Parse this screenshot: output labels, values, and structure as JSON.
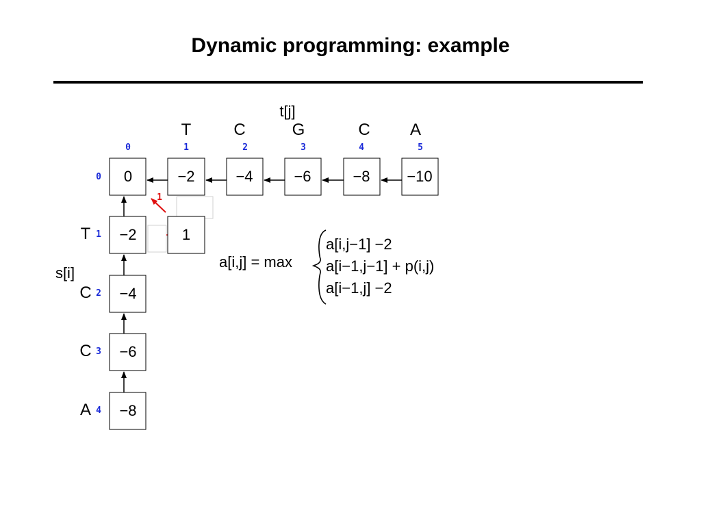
{
  "title": "Dynamic programming: example",
  "labels": {
    "t_axis": "t[j]",
    "s_axis": "s[i]"
  },
  "columns": {
    "letters": [
      "T",
      "C",
      "G",
      "C",
      "A"
    ],
    "indices": [
      "0",
      "1",
      "2",
      "3",
      "4",
      "5"
    ]
  },
  "rows": {
    "letters": [
      "T",
      "C",
      "C",
      "A"
    ],
    "indices": [
      "0",
      "1",
      "2",
      "3",
      "4"
    ]
  },
  "matrix": {
    "row0": [
      "0",
      "−2",
      "−4",
      "−6",
      "−8",
      "−10"
    ],
    "col0": [
      "0",
      "−2",
      "−4",
      "−6",
      "−8"
    ],
    "cell_1_1": "1"
  },
  "diag_arrow_label": "1",
  "recurrence": {
    "lhs": "a[i,j] = max",
    "case1": "a[i,j−1] −2",
    "case2": "a[i−1,j−1] + p(i,j)",
    "case3": "a[i−1,j] −2"
  },
  "colors": {
    "index_blue": "#1a2ad8",
    "arrow_red": "#e01010",
    "ghost_border": "#d0d0d0"
  }
}
